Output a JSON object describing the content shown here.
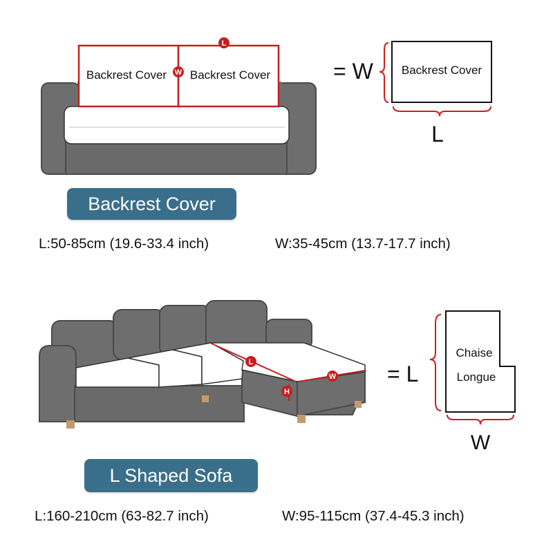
{
  "colors": {
    "sofa": "#6e6e6e",
    "sofa_dark": "#595959",
    "cushion": "#ffffff",
    "outline": "#222222",
    "accent_red": "#c81e1e",
    "badge": "#3a6f8c",
    "leg": "#c49a6c"
  },
  "backrest_section": {
    "cover_label_left": "Backrest Cover",
    "cover_label_right": "Backrest Cover",
    "marker_length": "L",
    "marker_width": "W",
    "equals_label": "= W",
    "diagram_label": "Backrest Cover",
    "diagram_length": "L",
    "badge": "Backrest Cover",
    "length_measure": "L:50-85cm (19.6-33.4 inch)",
    "width_measure": "W:35-45cm (13.7-17.7 inch)"
  },
  "lshape_section": {
    "marker_length": "L",
    "marker_width": "W",
    "marker_height": "H",
    "equals_label": "= L",
    "diagram_label_line1": "Chaise",
    "diagram_label_line2": "Longue",
    "diagram_width": "W",
    "badge": "L Shaped Sofa",
    "length_measure": "L:160-210cm (63-82.7 inch)",
    "width_measure": "W:95-115cm (37.4-45.3 inch)"
  }
}
